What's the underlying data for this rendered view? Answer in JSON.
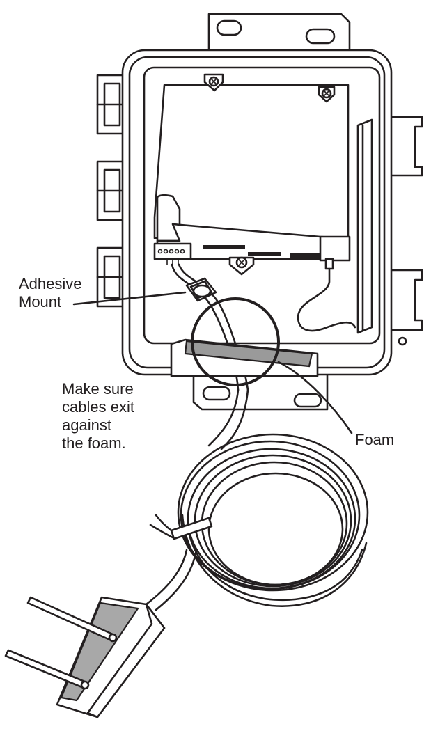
{
  "labels": {
    "adhesive_mount": [
      "Adhesive",
      "Mount"
    ],
    "cable_note": [
      "Make sure",
      "cables exit",
      "against",
      "the foam."
    ],
    "foam": "Foam"
  },
  "colors": {
    "line": "#231f20",
    "foam_fill": "#9a9a9a",
    "sensor_pad": "#a8a8a8",
    "background": "#ffffff"
  }
}
